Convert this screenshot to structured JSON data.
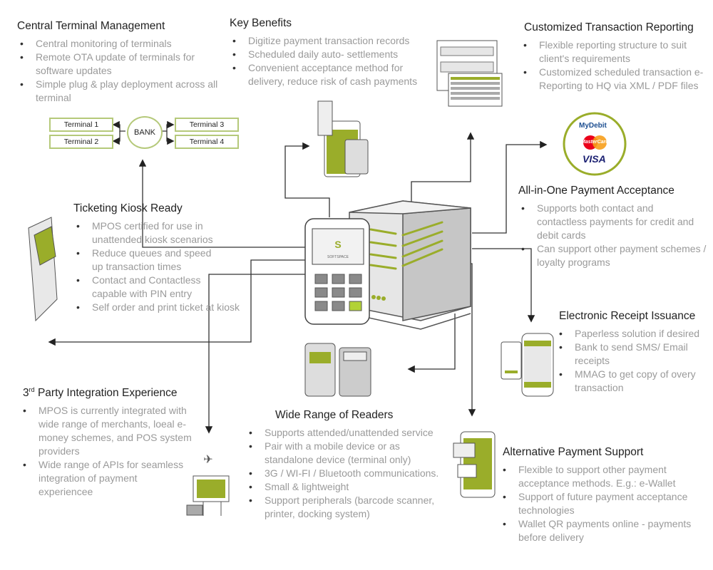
{
  "colors": {
    "accent": "#9aad2a",
    "accent_light": "#b5c97a",
    "title": "#222222",
    "body": "#9a9a9a"
  },
  "central": {
    "title": "Central Terminal Management",
    "items": [
      "Central monitoring of terminals",
      "Remote OTA update of terminals for software updates",
      "Simple plug & play deployment across all terminal"
    ],
    "bank": "BANK",
    "terminals": [
      "Terminal 1",
      "Terminal 2",
      "Terminal 3",
      "Terminal 4"
    ]
  },
  "benefits": {
    "title": "Key Benefits",
    "items": [
      "Digitize payment transaction records",
      "Scheduled daily auto- settlements",
      "Convenient acceptance method for delivery, reduce risk of cash payments"
    ]
  },
  "reporting": {
    "title": "Customized Transaction Reporting",
    "items": [
      "Flexible reporting structure to suit client's requirements",
      "Customized scheduled transaction e-Reporting to HQ via XML / PDF files"
    ]
  },
  "allinone": {
    "title": "All-in-One Payment Acceptance",
    "items": [
      "Supports both contact and contactless payments for credit and debit cards",
      "Can support other payment schemes / loyalty programs"
    ],
    "logos": [
      "MyDebit",
      "MasterCard",
      "VISA"
    ]
  },
  "kiosk": {
    "title": "Ticketing Kiosk Ready",
    "items": [
      "MPOS certified for use in unattended kiosk scenarios",
      "Reduce queues and speed up transaction times",
      "Contact and Contactless capable with PIN entry",
      "Self order and print ticket at kiosk"
    ]
  },
  "receipt": {
    "title": "Electronic Receipt Issuance",
    "items": [
      "Paperless solution if desired",
      "Bank to send SMS/ Email receipts",
      "MMAG to get copy of overy transaction"
    ]
  },
  "thirdparty": {
    "title_sup": "rd",
    "title_num": "3",
    "title_rest": " Party Integration Experience",
    "items": [
      "MPOS is currently integrated with wide range of merchants, loeal e-money schemes, and POS system providers",
      "Wide range of APIs for seamless integration of payment experiencee"
    ]
  },
  "readers": {
    "title": "Wide Range of Readers",
    "items": [
      "Supports attended/unattended service",
      "Pair with a mobile device or as standalone device (terminal only)",
      "3G / WI-FI / Bluetooth communications.",
      "Small & lightweight",
      "Support peripherals (barcode scanner, printer, docking system)"
    ]
  },
  "alternative": {
    "title": "Alternative Payment Support",
    "items": [
      "Flexible to support other payment acceptance methods. E.g.: e-Wallet",
      "Support of future payment acceptance technologies",
      "Wallet QR payments online - payments before delivery"
    ]
  },
  "brand": {
    "logo": "SOFTSPACE"
  }
}
